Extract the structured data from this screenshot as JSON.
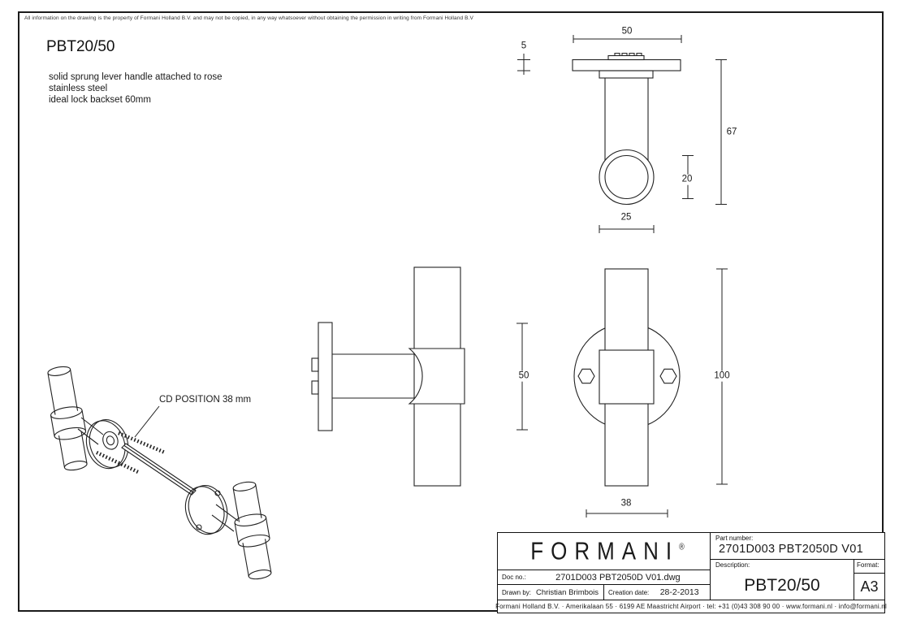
{
  "sheet": {
    "disclaimer": "All information on the drawing is the property of Formani Holland B.V. and may not be copied, in any way whatsoever without obtaining the permission in writing from Formani Holland B.V"
  },
  "product": {
    "title": "PBT20/50",
    "desc_line1": "solid sprung lever handle attached to rose",
    "desc_line2": "stainless steel",
    "desc_line3": "ideal lock backset 60mm"
  },
  "annotations": {
    "cd_position": "CD POSITION 38 mm"
  },
  "dims": {
    "top_plate_width": "50",
    "top_plate_thickness": "5",
    "top_total_height": "67",
    "top_tube_diameter": "20",
    "top_neck_width": "25",
    "side_grip_length": "50",
    "front_total_height": "100",
    "front_rose_diameter": "38"
  },
  "title_block": {
    "logo": "FORMANI",
    "logo_reg": "®",
    "part_number_label": "Part number:",
    "part_number": "2701D003 PBT2050D V01",
    "description_label": "Description:",
    "description": "PBT20/50",
    "format_label": "Format:",
    "format": "A3",
    "doc_no_label": "Doc no.:",
    "doc_no": "2701D003 PBT2050D V01.dwg",
    "drawn_by_label": "Drawn by:",
    "drawn_by": "Christian Brimbois",
    "creation_date_label": "Creation date:",
    "creation_date": "28-2-2013",
    "company_footer": "Formani Holland B.V.  ·  Amerikalaan 55  ·  6199 AE Maastricht Airport  ·  tel: +31 (0)43 308 90 00  ·  www.formani.nl  ·  info@formani.nl"
  },
  "colors": {
    "line": "#222222",
    "text": "#1a1a1a"
  }
}
